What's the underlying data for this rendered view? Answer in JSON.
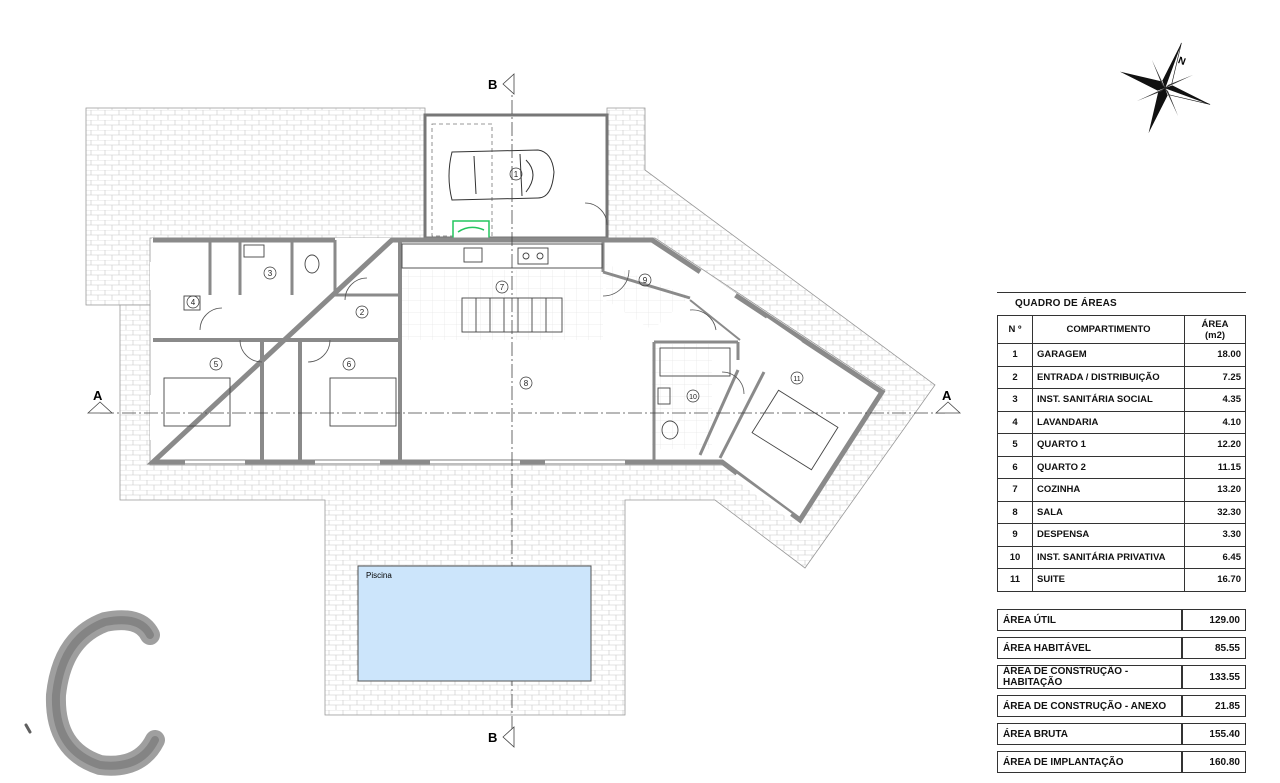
{
  "plan": {
    "section_marks": {
      "a_left": "A",
      "a_right": "A",
      "b_top": "B",
      "b_bottom": "B"
    },
    "room_numbers": [
      "1",
      "2",
      "3",
      "4",
      "5",
      "6",
      "7",
      "8",
      "9",
      "10",
      "11"
    ],
    "pool_label": "Piscina",
    "compass_label": "N",
    "colors": {
      "wall": "#8a8a8a",
      "pool_fill": "#cce5fb",
      "pool_stroke": "#555555",
      "highlight": "#22c55e",
      "paving": "#c8c8c8"
    }
  },
  "table": {
    "title": "QUADRO DE ÁREAS",
    "headers": {
      "number": "N º",
      "room": "COMPARTIMENTO",
      "area": "ÁREA",
      "unit": "(m2)"
    },
    "rows": [
      {
        "n": "1",
        "name": "GARAGEM",
        "area": "18.00"
      },
      {
        "n": "2",
        "name": "ENTRADA / DISTRIBUIÇÃO",
        "area": "7.25"
      },
      {
        "n": "3",
        "name": "INST. SANITÁRIA SOCIAL",
        "area": "4.35"
      },
      {
        "n": "4",
        "name": "LAVANDARIA",
        "area": "4.10"
      },
      {
        "n": "5",
        "name": "QUARTO 1",
        "area": "12.20"
      },
      {
        "n": "6",
        "name": "QUARTO 2",
        "area": "11.15"
      },
      {
        "n": "7",
        "name": "COZINHA",
        "area": "13.20"
      },
      {
        "n": "8",
        "name": "SALA",
        "area": "32.30"
      },
      {
        "n": "9",
        "name": "DESPENSA",
        "area": "3.30"
      },
      {
        "n": "10",
        "name": "INST. SANITÁRIA PRIVATIVA",
        "area": "6.45"
      },
      {
        "n": "11",
        "name": "SUITE",
        "area": "16.70"
      }
    ],
    "totals": [
      {
        "label": "ÁREA ÚTIL",
        "value": "129.00"
      },
      {
        "label": "ÁREA HABITÁVEL",
        "value": "85.55"
      },
      {
        "label": "ÁREA DE CONSTRUÇÃO - HABITAÇÃO",
        "value": "133.55"
      },
      {
        "label": "ÁREA DE CONSTRUÇÃO - ANEXO",
        "value": "21.85"
      },
      {
        "label": "ÁREA BRUTA",
        "value": "155.40"
      },
      {
        "label": "ÁREA DE IMPLANTAÇÃO",
        "value": "160.80"
      }
    ]
  }
}
